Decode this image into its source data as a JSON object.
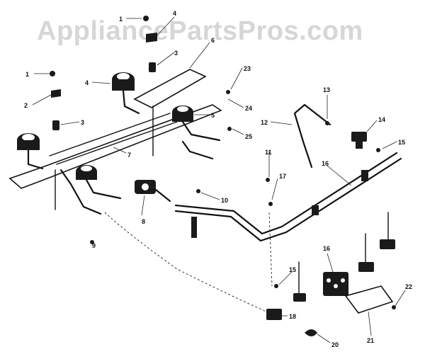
{
  "watermark": "AppliancePartsPros.com",
  "callouts": {
    "c1a": "1",
    "c1b": "1",
    "c2": "2",
    "c3a": "3",
    "c3b": "3",
    "c4a": "4",
    "c4b": "4",
    "c5": "5",
    "c6": "6",
    "c7": "7",
    "c8": "8",
    "c9": "9",
    "c10": "10",
    "c11": "11",
    "c12": "12",
    "c13": "13",
    "c14": "14",
    "c15a": "15",
    "c15b": "15",
    "c16a": "16",
    "c16b": "16",
    "c17": "17",
    "c18": "18",
    "c20": "20",
    "c21": "21",
    "c22": "22",
    "c23": "23",
    "c24": "24",
    "c25": "25"
  }
}
